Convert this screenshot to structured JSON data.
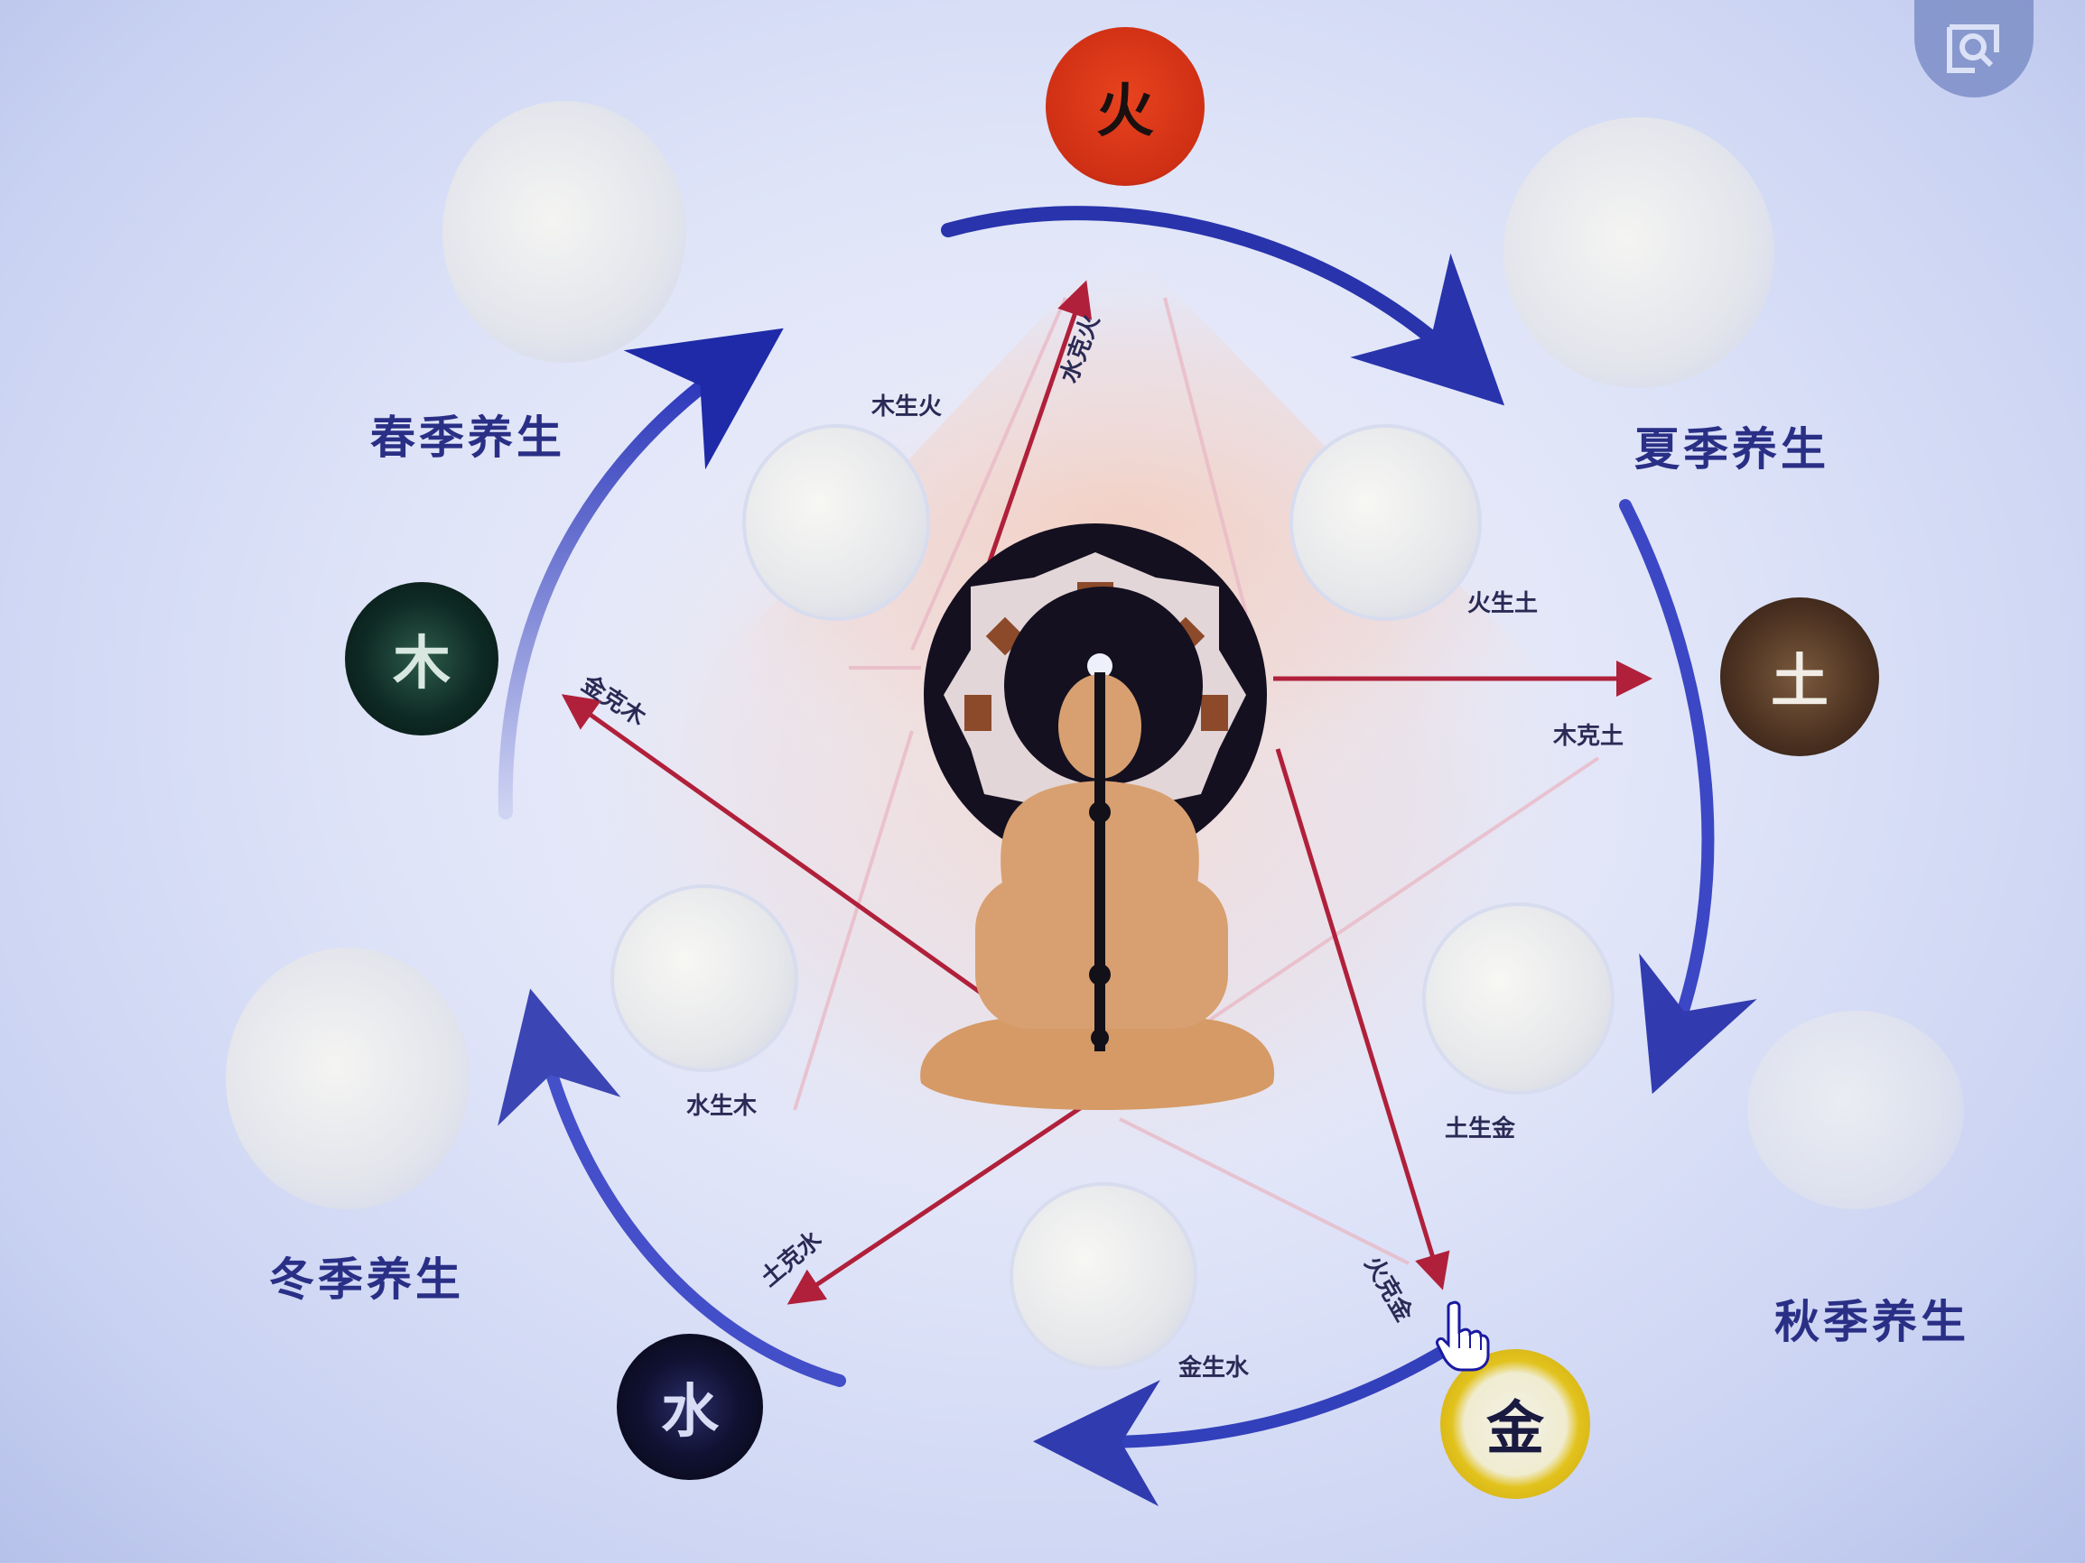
{
  "diagram": {
    "title_hidden": "五行养生",
    "elements": {
      "fire": {
        "char": "火",
        "color": "#d93a1f",
        "text_color": "#1a1010"
      },
      "earth": {
        "char": "土",
        "color": "#4a3020",
        "text_color": "#f1ede6"
      },
      "metal": {
        "char": "金",
        "color": "#e2c21c",
        "text_color": "#1a1a40"
      },
      "water": {
        "char": "水",
        "color": "#0d0d22",
        "text_color": "#d8dcf4"
      },
      "wood": {
        "char": "木",
        "color": "#0e2a24",
        "text_color": "#d8e8e0"
      }
    },
    "seasons": {
      "spring": "春季养生",
      "summer": "夏季养生",
      "autumn": "秋季养生",
      "winter": "冬季养生"
    },
    "generating": {
      "wood_fire": "木生火",
      "fire_earth": "火生土",
      "earth_metal": "土生金",
      "metal_water": "金生水",
      "water_wood": "水生木"
    },
    "controlling": {
      "water_fire": "水克火",
      "wood_earth": "木克土",
      "fire_metal": "火克金",
      "earth_water": "土克水",
      "metal_wood": "金克木"
    },
    "colors": {
      "cycle_arrow": "#2430b8",
      "control_arrow": "#b0203a",
      "label_text": "#2a2f86"
    }
  },
  "overlay": {
    "image_search_icon": "image-search-icon"
  },
  "cursor": {
    "type": "hand-pointer-icon"
  }
}
